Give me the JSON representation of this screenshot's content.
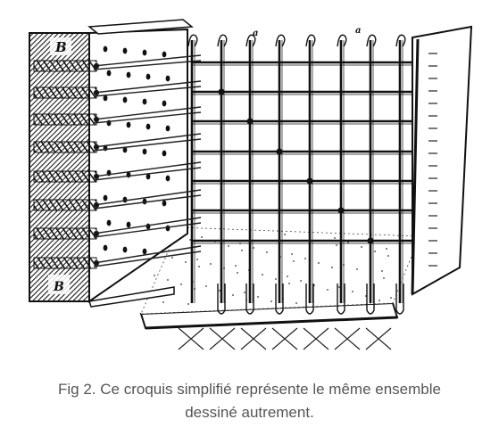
{
  "figure": {
    "labels": {
      "top_block": "B",
      "bottom_block": "B",
      "top_wire_a": "a",
      "top_wire_b": "a"
    }
  },
  "caption": {
    "line1": "Fig 2. Ce croquis simplifié représente le même ensemble",
    "line2": "dessiné autrement."
  },
  "colors": {
    "ink": "#1a1a1a",
    "caption": "#555555",
    "paper": "#ffffff"
  }
}
